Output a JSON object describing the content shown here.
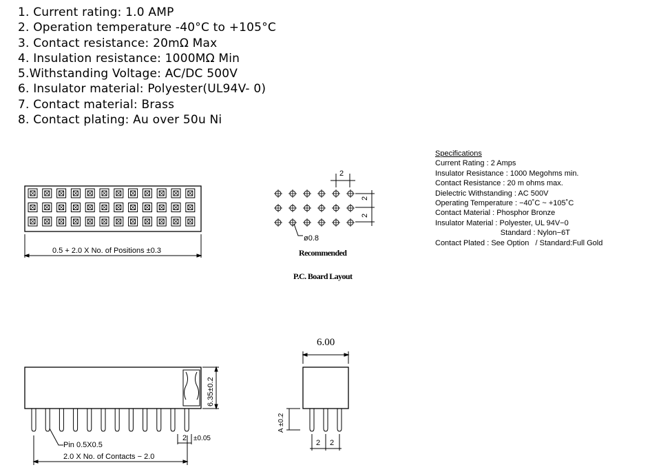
{
  "specs": [
    "1. Current rating: 1.0 AMP",
    "2. Operation temperature -40°C to +105°C",
    "3. Contact resistance: 20mΩ Max",
    "4. Insulation resistance: 1000MΩ Min",
    "5.Withstanding Voltage: AC/DC 500V",
    "6. Insulator material: Polyester(UL94V- 0)",
    "7. Contact material: Brass",
    "8. Contact plating: Au over 50u Ni"
  ],
  "spec_box": {
    "heading": "Specifications",
    "lines": [
      "Current Rating : 2 Amps",
      "Insulator Resistance : 1000 Megohms min.",
      "Contact Resistance : 20 m ohms max.",
      "Dielectric Withstanding : AC 500V",
      "Operating Temperature : −40˚C ~ +105˚C",
      "Contact Material : Phosphor Bronze",
      "Insulator Material : Polyester, UL 94V−0",
      "                               Standard : Nylon−6T",
      "Contact Plated : See Option   / Standard:Full Gold"
    ]
  },
  "drawing": {
    "top_view_dim": "0.5 + 2.0 X No. of Positions ±0.3",
    "pcb_pitch_top": "2",
    "pcb_pitch_right_1": "2",
    "pcb_pitch_right_2": "2",
    "hole_dia": "ø0.8",
    "recommended": "Recommended",
    "pcb_layout": "P.C. Board Layout",
    "height_dim": "6.35±0.2",
    "pin_label": "Pin 0.5X0.5",
    "pin_pitch": "2",
    "pin_tol": "±0.05",
    "bottom_dim": "2.0 X No. of Contacts − 2.0",
    "end_width": "6.00",
    "end_a_dim": "A ±0.2",
    "end_pitch_1": "2",
    "end_pitch_2": "2"
  }
}
